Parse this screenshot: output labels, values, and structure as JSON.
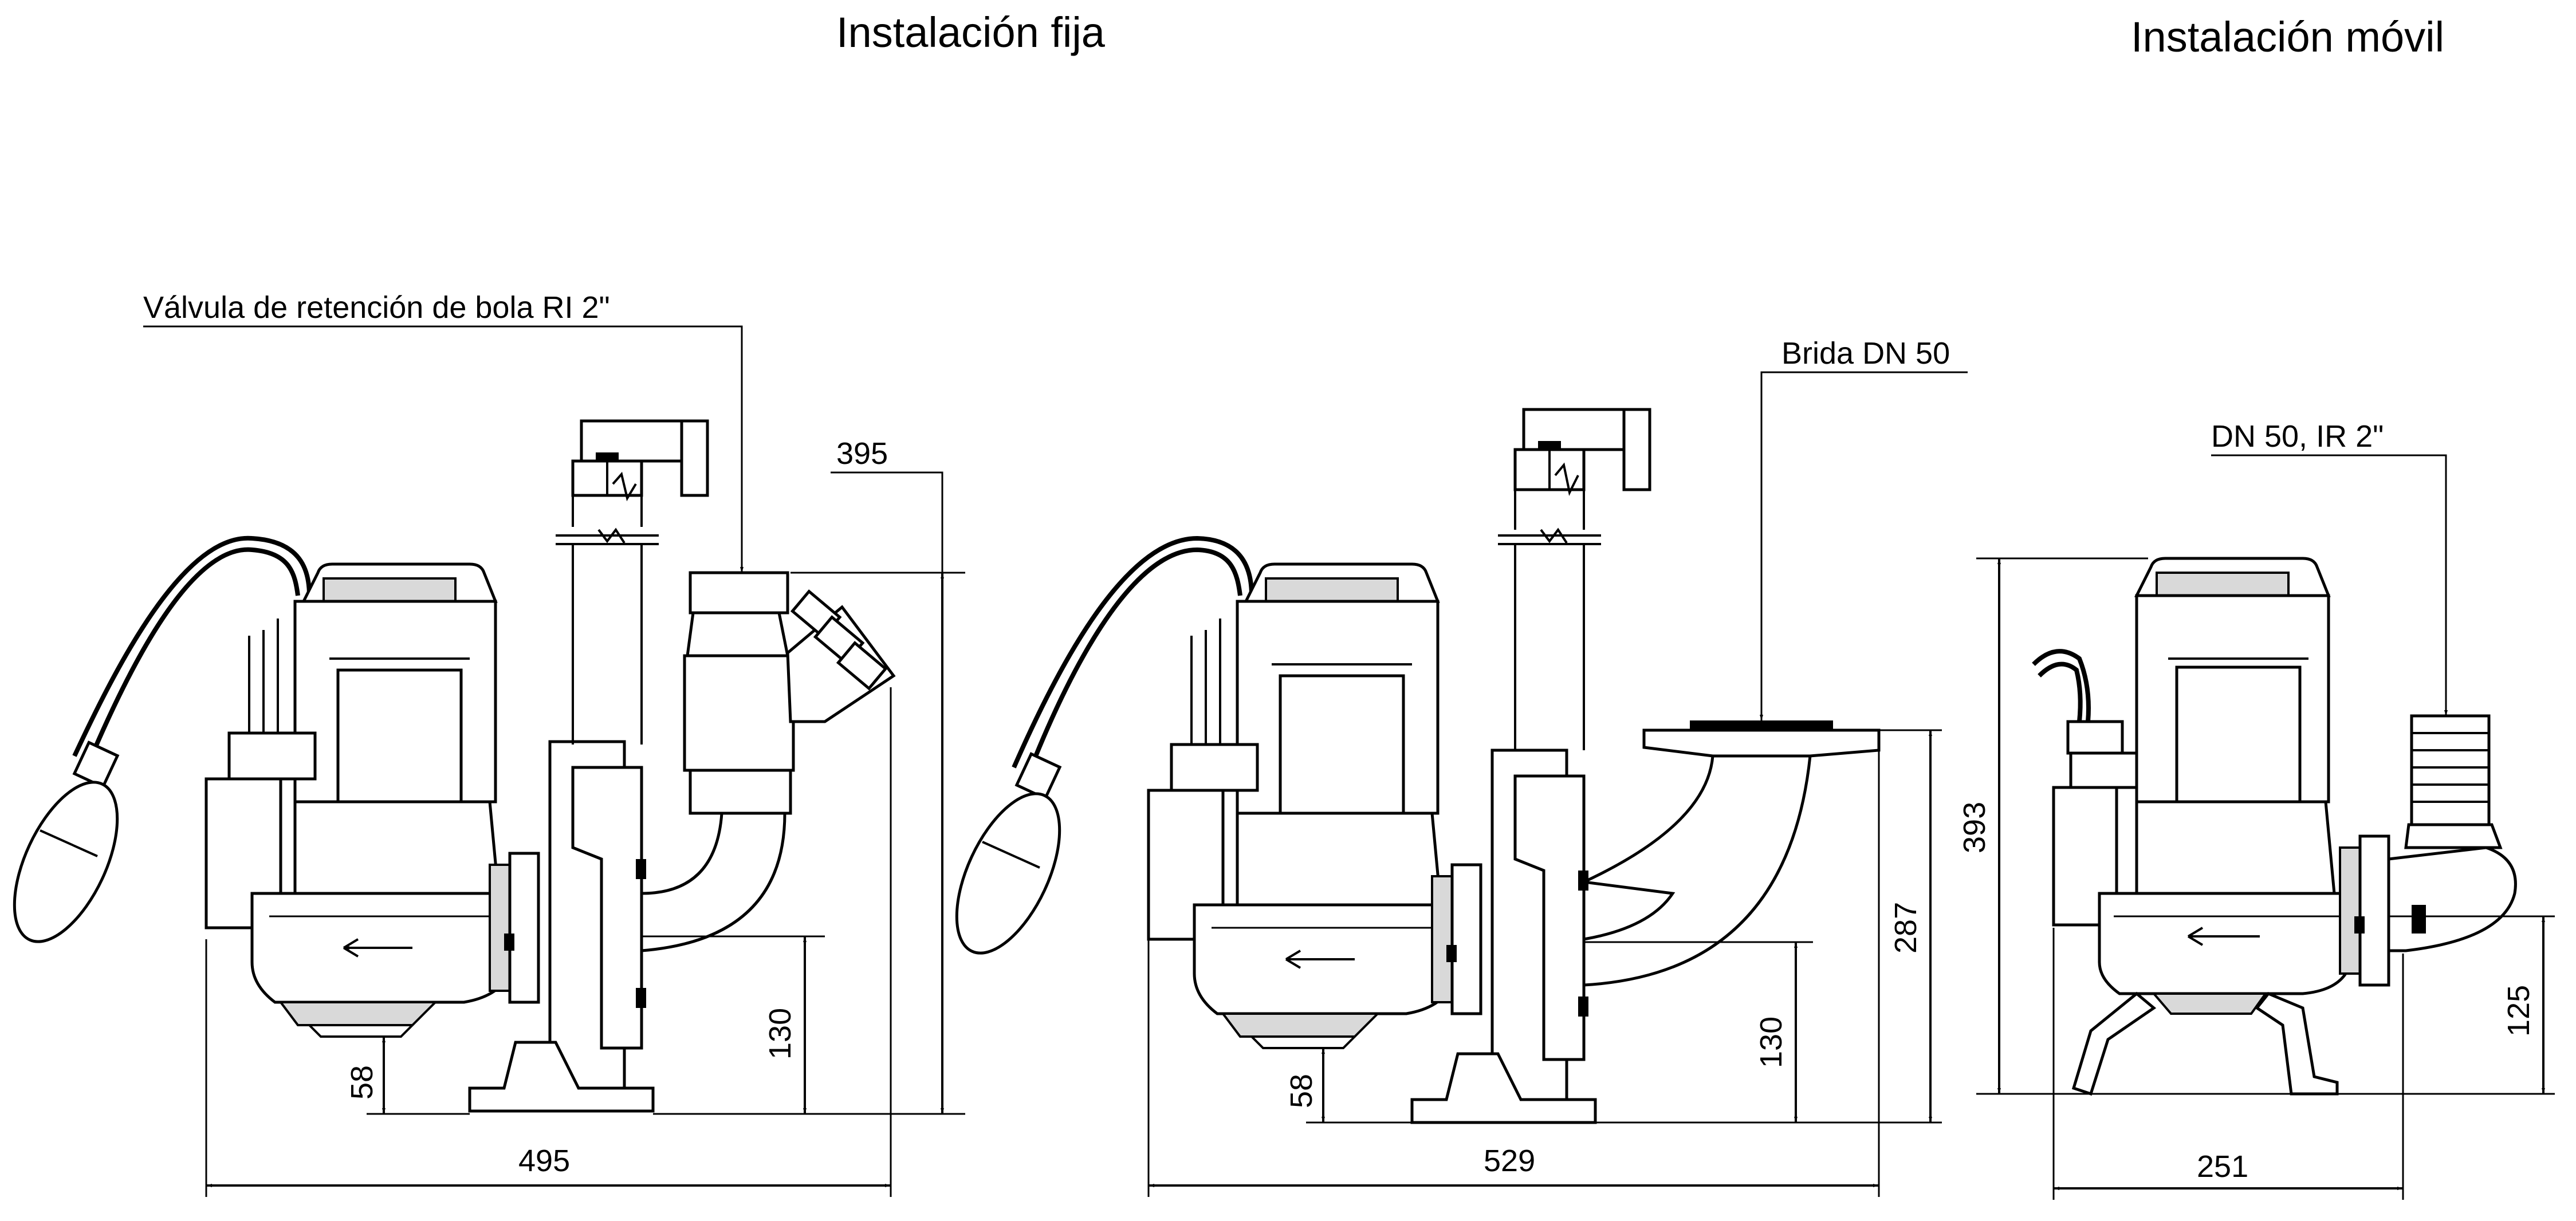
{
  "titles": {
    "fixed": "Instalación fija",
    "mobile": "Instalación móvil"
  },
  "labels": {
    "check_valve": "Válvula de retención de bola RI 2\"",
    "flange": "Brida DN 50",
    "hose_connection": "DN 50, IR 2\""
  },
  "dimensions": {
    "fixed_valve": {
      "total_height": "395",
      "outlet_height": "130",
      "base_height": "58",
      "total_width": "495"
    },
    "fixed_flange": {
      "total_height": "287",
      "outlet_height": "130",
      "base_height": "58",
      "total_width": "529"
    },
    "mobile": {
      "total_height": "393",
      "outlet_height": "125",
      "total_width": "251"
    }
  },
  "colors": {
    "line": "#000000",
    "body_fill": "#ffffff",
    "shade_fill": "#d9d9d9"
  }
}
